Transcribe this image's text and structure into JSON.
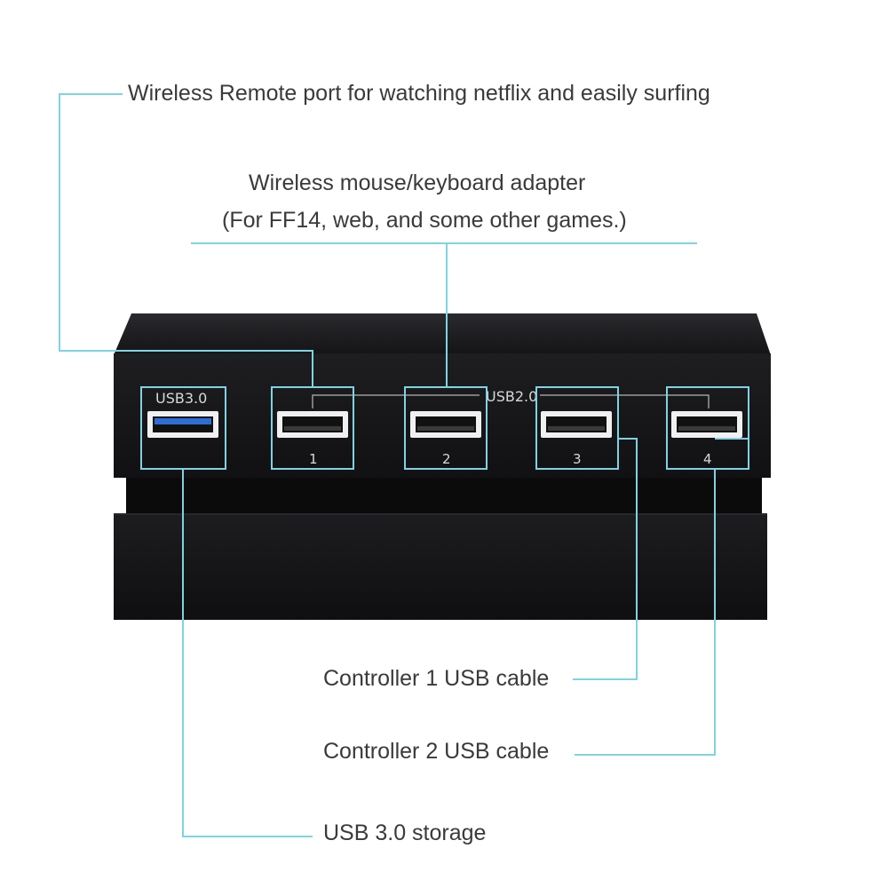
{
  "annotations": {
    "wireless_remote": "Wireless Remote port for watching netflix and easily surfing",
    "mouse_keyboard_line1": "Wireless mouse/keyboard adapter",
    "mouse_keyboard_line2": "(For FF14, web, and some other games.)",
    "controller1": "Controller 1 USB cable",
    "controller2": "Controller 2 USB cable",
    "usb3_storage": "USB 3.0 storage"
  },
  "device": {
    "usb3_label": "USB3.0",
    "usb2_label": "USB2.0",
    "port_numbers": [
      "1",
      "2",
      "3",
      "4"
    ]
  },
  "colors": {
    "callout_line": "#7fd3e2",
    "device_body": "#1b1b1e",
    "usb3_accent": "#2b6fd6"
  }
}
